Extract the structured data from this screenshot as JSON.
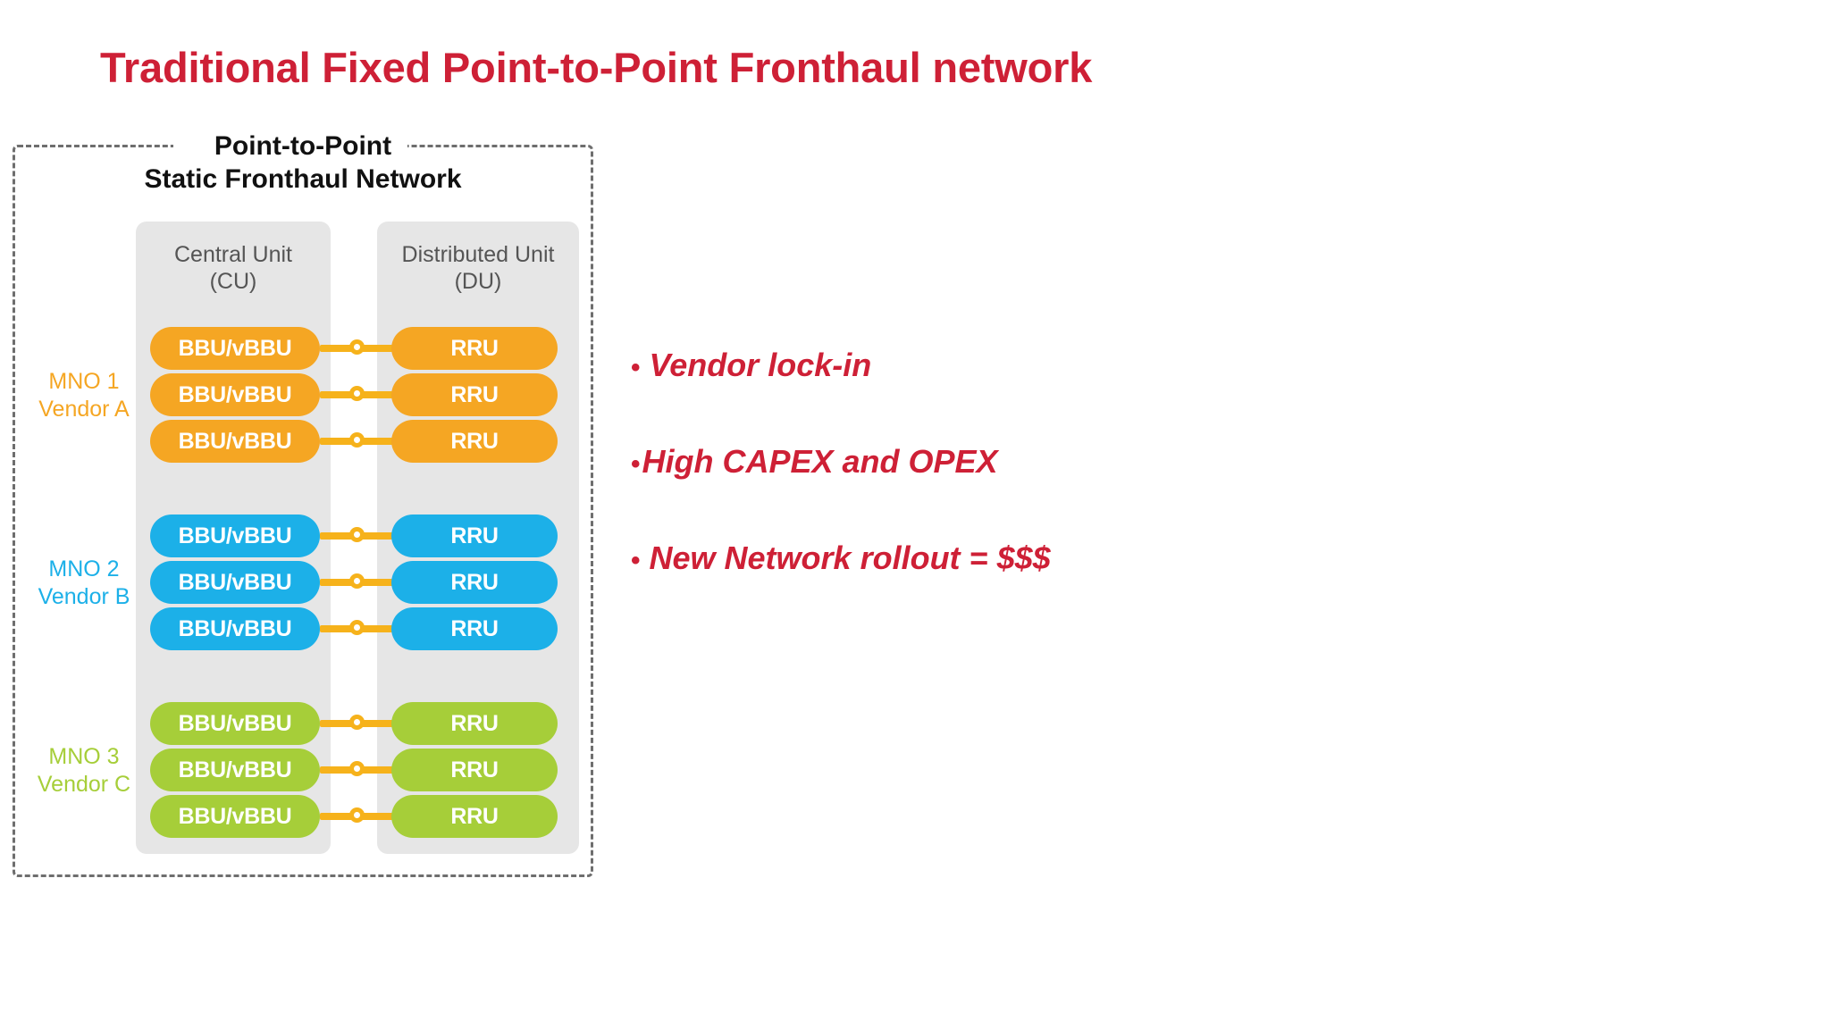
{
  "slide": {
    "title": "Traditional Fixed Point-to-Point Fronthaul network",
    "title_color": "#CE2036",
    "background": "#ffffff"
  },
  "diagram": {
    "frame_heading_line1": "Point-to-Point",
    "frame_heading_line2": "Static Fronthaul Network",
    "frame_border_color": "#6e6e6e",
    "panel_color": "#e6e6e6",
    "link_color": "#F6B21B",
    "columns": [
      {
        "id": "cu",
        "line1": "Central Unit",
        "line2": "(CU)"
      },
      {
        "id": "du",
        "line1": "Distributed Unit",
        "line2": "(DU)"
      }
    ],
    "groups": [
      {
        "id": "mno1",
        "label_line1": "MNO 1",
        "label_line2": "Vendor A",
        "color": "#F5A623",
        "rows": [
          {
            "cu": "BBU/vBBU",
            "du": "RRU"
          },
          {
            "cu": "BBU/vBBU",
            "du": "RRU"
          },
          {
            "cu": "BBU/vBBU",
            "du": "RRU"
          }
        ]
      },
      {
        "id": "mno2",
        "label_line1": "MNO 2",
        "label_line2": "Vendor B",
        "color": "#1CB0E8",
        "rows": [
          {
            "cu": "BBU/vBBU",
            "du": "RRU"
          },
          {
            "cu": "BBU/vBBU",
            "du": "RRU"
          },
          {
            "cu": "BBU/vBBU",
            "du": "RRU"
          }
        ]
      },
      {
        "id": "mno3",
        "label_line1": "MNO 3",
        "label_line2": "Vendor C",
        "color": "#A6CE39",
        "rows": [
          {
            "cu": "BBU/vBBU",
            "du": "RRU"
          },
          {
            "cu": "BBU/vBBU",
            "du": "RRU"
          },
          {
            "cu": "BBU/vBBU",
            "du": "RRU"
          }
        ]
      }
    ]
  },
  "bullets": {
    "color": "#CE2036",
    "items": [
      {
        "marker": "•",
        "text": "Vendor lock-in",
        "tight": false
      },
      {
        "marker": "•",
        "text": "High CAPEX and OPEX",
        "tight": true
      },
      {
        "marker": "•",
        "text": "New Network rollout = $$$",
        "tight": false
      }
    ]
  }
}
